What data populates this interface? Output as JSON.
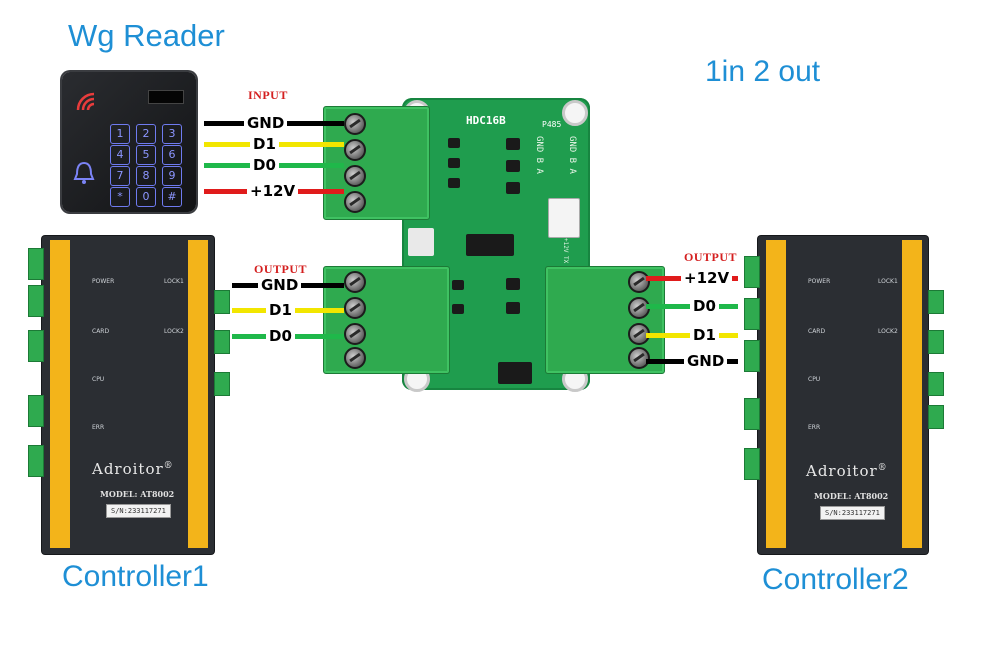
{
  "titles": {
    "reader": "Wg Reader",
    "mode": "1in 2 out",
    "controller1": "Controller1",
    "controller2": "Controller2"
  },
  "board": {
    "model": "HDC16B",
    "p485": "P485",
    "port_gnd_b_a": "GND B A",
    "jtag": "+12V TX RX GND"
  },
  "input": {
    "label": "INPUT",
    "wires": [
      {
        "name": "GND",
        "color": "#000000"
      },
      {
        "name": "D1",
        "color": "#f2e600"
      },
      {
        "name": "D0",
        "color": "#1fb84a"
      },
      {
        "name": "+12V",
        "color": "#e01b1b"
      }
    ]
  },
  "output_left": {
    "label": "OUTPUT",
    "wires": [
      {
        "name": "GND",
        "color": "#000000"
      },
      {
        "name": "D1",
        "color": "#f2e600"
      },
      {
        "name": "D0",
        "color": "#1fb84a"
      }
    ]
  },
  "output_right": {
    "label": "OUTPUT",
    "wires": [
      {
        "name": "+12V",
        "color": "#e01b1b"
      },
      {
        "name": "D0",
        "color": "#1fb84a"
      },
      {
        "name": "D1",
        "color": "#f2e600"
      },
      {
        "name": "GND",
        "color": "#000000"
      }
    ]
  },
  "keypad": [
    "1",
    "2",
    "3",
    "4",
    "5",
    "6",
    "7",
    "8",
    "9",
    "*",
    "0",
    "#"
  ],
  "controller": {
    "brand": "Adroitor",
    "registered": "®",
    "model": "MODEL: AT8002",
    "serial": "S/N:233117271",
    "leds": [
      "POWER",
      "CARD",
      "CPU",
      "ERR"
    ],
    "locks": [
      "LOCK1",
      "LOCK2"
    ]
  },
  "colors": {
    "title_blue": "#1e8fd5",
    "pcb_green": "#1f9d4e",
    "terminal_green": "#2faa4f",
    "label_red": "#d41f1f",
    "controller_body": "#2b2e33",
    "controller_strip": "#f3b41a"
  },
  "icons": {
    "reader_rfid": "wifi-arcs-icon",
    "reader_bell": "bell-icon"
  }
}
